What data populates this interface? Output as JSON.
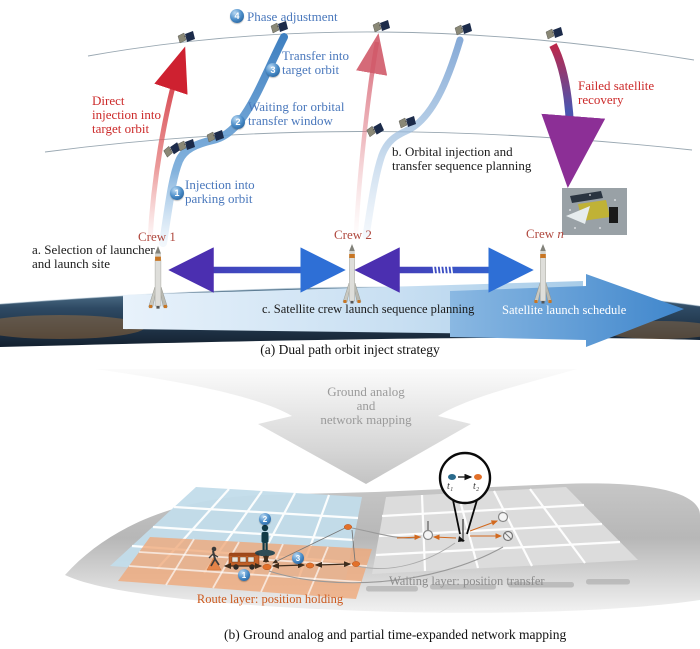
{
  "panel_a": {
    "caption": "(a) Dual path orbit inject strategy",
    "labels": {
      "direct_injection": "Direct\ninjection into\ntarget orbit",
      "failed_recovery": "Failed satellite\nrecovery",
      "launcher_selection": "a. Selection of launcher\nand launch site",
      "orbital_injection": "b. Orbital injection and\ntransfer sequence planning",
      "crew_sequence": "c. Satellite crew launch sequence planning",
      "launch_schedule": "Satellite launch schedule"
    },
    "steps": [
      {
        "num": "1",
        "label": "Injection into\nparking orbit"
      },
      {
        "num": "2",
        "label": "Waiting for orbital\ntransfer window"
      },
      {
        "num": "3",
        "label": "Transfer into\ntarget orbit"
      },
      {
        "num": "4",
        "label": "Phase adjustment"
      }
    ],
    "crews": [
      {
        "prefix": "Crew ",
        "num": "1"
      },
      {
        "prefix": "Crew ",
        "num": "2"
      },
      {
        "prefix": "Crew ",
        "num": "n"
      }
    ]
  },
  "transition": {
    "label": "Ground analog\nand\nnetwork mapping"
  },
  "panel_b": {
    "caption": "(b) Ground analog and partial time-expanded network mapping",
    "route_layer_label": "Route layer: position holding",
    "waiting_layer_label": "Waiting layer: position transfer",
    "magnifier": {
      "t1": "t₁",
      "t2": "t₂"
    },
    "node_markers": [
      {
        "num": "1"
      },
      {
        "num": "2"
      },
      {
        "num": "3"
      }
    ]
  },
  "colors": {
    "step_blue": "#4a78bc",
    "alert_red": "#cc2a2a",
    "crew_red": "#b0493f",
    "route_orange": "#cd5a1e",
    "waiting_gray": "#8c8c8c",
    "arrow_purple": "#4b2fb0",
    "arrow_blue": "#2e6fd6",
    "schedule_arrow_blue": "#3f86cc"
  }
}
